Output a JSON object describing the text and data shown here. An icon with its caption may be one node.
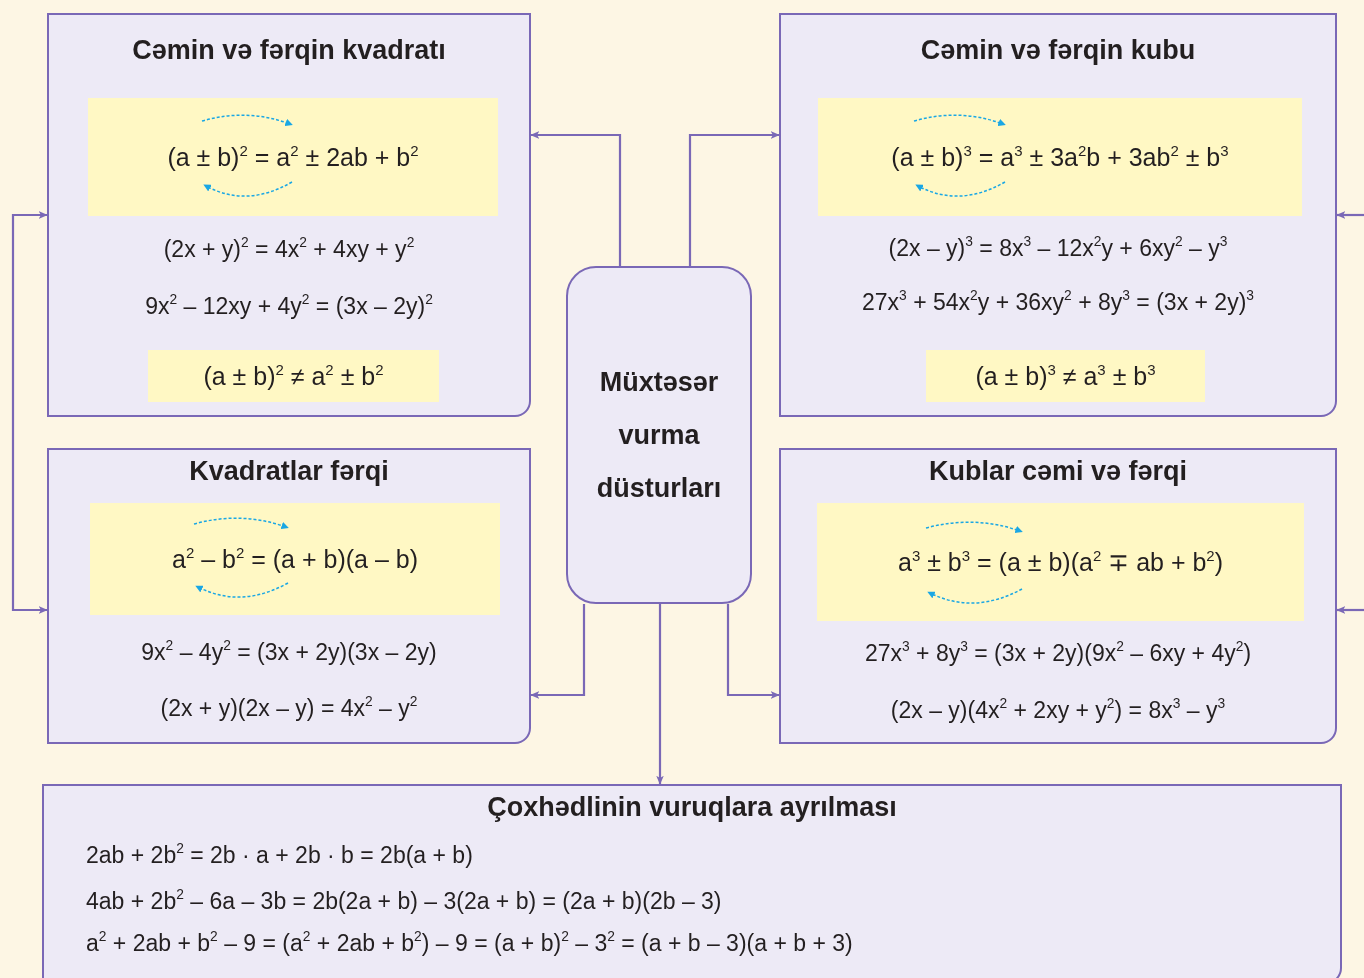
{
  "diagram": {
    "nodes": [
      {
        "text": [
          "Cəmin və fərqin kvadratı",
          "(2x + y)$^{2}$ = 4x$^{2}$ + 4xy + y$^{2}$",
          "9x$^{2}$ – 12xy + 4y$^{2}$ = (3x – 2y)$^{2}$"
        ]
      },
      {
        "text": [
          "(a ± b)$^{2}$ = a$^{2}$ ± 2ab + b$^{2}$"
        ],
        "in": 0
      },
      {
        "text": [
          "(a ± b)$^{2}$ ≠ a$^{2}$ ± b$^{2}$"
        ],
        "in": 0
      },
      {
        "text": [
          "Cəmin və fərqin kubu",
          "(2x – y)$^{3}$ = 8x$^{3}$ – 12x$^{2}$y + 6xy$^{2}$ – y$^{3}$",
          "27x$^{3}$ + 54x$^{2}$y + 36xy$^{2}$ + 8y$^{3}$ = (3x + 2y)$^{3}$"
        ]
      },
      {
        "text": [
          "(a ± b)$^{3}$ = a$^{3}$ ± 3a$^{2}$b + 3ab$^{2}$ ± b$^{3}$"
        ],
        "in": 3
      },
      {
        "text": [
          "(a ± b)$^{3}$ ≠ a$^{3}$ ± b$^{3}$"
        ],
        "in": 3
      },
      {
        "text": [
          "Müxtəsər vurma düsturları"
        ]
      },
      {
        "text": [
          "Kvadratlar fərqi",
          "9x$^{2}$ – 4y$^{2}$ = (3x + 2y)(3x – 2y)",
          "(2x + y)(2x – y) = 4x$^{2}$ – y$^{2}$"
        ]
      },
      {
        "text": [
          "a$^{2}$ – b$^{2}$ = (a + b)(a – b)"
        ],
        "in": 7
      },
      {
        "text": [
          "Kublar cəmi və fərqi",
          "27x$^{3}$ + 8y$^{3}$ = (3x + 2y)(9x$^{2}$ – 6xy + 4y$^{2}$)",
          "(2x – y)(4x$^{2}$ + 2xy + y$^{2}$) = 8x$^{3}$ – y$^{3}$"
        ]
      },
      {
        "text": [
          "a$^{3}$ ± b$^{3}$ = (a ± b)(a$^{2}$ ∓ ab + b$^{2}$)"
        ],
        "in": 9
      },
      {
        "text": [
          "Çoxhədlinin vuruqlara ayrılması",
          "2ab + 2b$^{2}$ = 2b · a + 2b · b = 2b(a + b)",
          "4ab + 2b$^{2}$ – 6a – 3b = 2b(2a + b) – 3(2a + b) = (2a + b)(2b – 3)",
          "a$^{2}$ + 2ab + b$^{2}$ – 9 = (a$^{2}$ + 2ab + b$^{2}$) – 9 = (a + b)$^{2}$ – 3$^{2}$ = (a + b – 3)(a + b + 3)"
        ]
      }
    ],
    "edges": [
      {
        "from": 6,
        "to": 0,
        "arrow": "to"
      },
      {
        "from": 6,
        "to": 3,
        "arrow": "to"
      },
      {
        "from": 6,
        "to": 7,
        "arrow": "to"
      },
      {
        "from": 6,
        "to": 9,
        "arrow": "to"
      },
      {
        "from": 6,
        "to": 11,
        "arrow": "to"
      },
      {
        "from": 0,
        "to": 7,
        "arrow": "both"
      },
      {
        "from": null,
        "to": 3,
        "arrow": "to"
      },
      {
        "from": null,
        "to": 9,
        "arrow": "to"
      }
    ]
  }
}
